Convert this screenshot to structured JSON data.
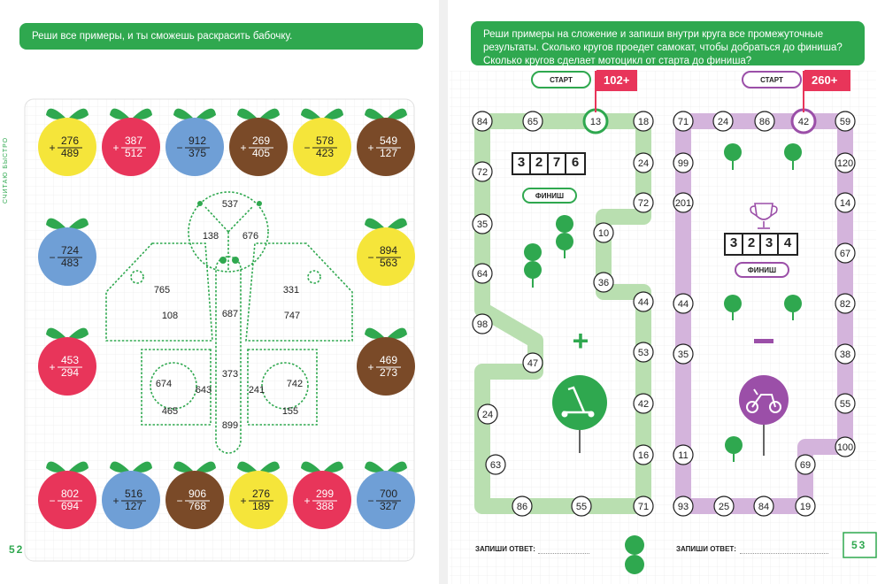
{
  "left_page": {
    "instruction": "Реши все примеры, и ты сможешь раскрасить бабочку.",
    "side_label": "СЧИТАЮ БЫСТРО",
    "page_number": "52",
    "fruits": [
      {
        "op": "+",
        "a": "276",
        "b": "489",
        "color": "#f5e53a"
      },
      {
        "op": "+",
        "a": "387",
        "b": "512",
        "color": "#e8355a"
      },
      {
        "op": "−",
        "a": "912",
        "b": "375",
        "color": "#6f9fd6"
      },
      {
        "op": "+",
        "a": "269",
        "b": "405",
        "color": "#7a4a28"
      },
      {
        "op": "−",
        "a": "578",
        "b": "423",
        "color": "#f5e53a"
      },
      {
        "op": "+",
        "a": "549",
        "b": "127",
        "color": "#7a4a28"
      },
      {
        "op": "−",
        "a": "724",
        "b": "483",
        "color": "#6f9fd6"
      },
      {
        "op": "−",
        "a": "894",
        "b": "563",
        "color": "#f5e53a"
      },
      {
        "op": "+",
        "a": "453",
        "b": "294",
        "color": "#e8355a"
      },
      {
        "op": "+",
        "a": "469",
        "b": "273",
        "color": "#7a4a28"
      },
      {
        "op": "−",
        "a": "802",
        "b": "694",
        "color": "#e8355a"
      },
      {
        "op": "+",
        "a": "516",
        "b": "127",
        "color": "#6f9fd6"
      },
      {
        "op": "−",
        "a": "906",
        "b": "768",
        "color": "#7a4a28"
      },
      {
        "op": "+",
        "a": "276",
        "b": "189",
        "color": "#f5e53a"
      },
      {
        "op": "+",
        "a": "299",
        "b": "388",
        "color": "#e8355a"
      },
      {
        "op": "−",
        "a": "700",
        "b": "327",
        "color": "#6f9fd6"
      }
    ],
    "butterfly_numbers": [
      "537",
      "138",
      "676",
      "765",
      "108",
      "687",
      "331",
      "747",
      "373",
      "674",
      "643",
      "241",
      "742",
      "465",
      "155",
      "899"
    ]
  },
  "right_page": {
    "instruction": "Реши примеры на сложение и запиши внутри круга все промежуточные результаты. Сколько кругов проедет самокат, чтобы добраться до финиша? Сколько кругов сделает мотоцикл от старта до финиша?",
    "page_number": "53",
    "start_label": "СТАРТ",
    "finish_label": "ФИНИШ",
    "answer_label": "ЗАПИШИ ОТВЕТ:",
    "scooter_track": {
      "flag": "102+",
      "operation": "+",
      "color": "#b9dfb0",
      "finish_digits": [
        "3",
        "2",
        "7",
        "6"
      ],
      "circles": [
        "84",
        "65",
        "13",
        "18",
        "24",
        "72",
        "10",
        "36",
        "44",
        "53",
        "42",
        "16",
        "71",
        "55",
        "86",
        "63",
        "24",
        "47",
        "98",
        "64",
        "35",
        "72"
      ]
    },
    "moto_track": {
      "flag": "260+",
      "operation": "−",
      "color": "#d4b4dc",
      "finish_digits": [
        "3",
        "2",
        "3",
        "4"
      ],
      "circles": [
        "71",
        "24",
        "86",
        "42",
        "59",
        "120",
        "14",
        "67",
        "82",
        "38",
        "55",
        "100",
        "69",
        "19",
        "84",
        "25",
        "93",
        "11",
        "35",
        "44",
        "201",
        "99"
      ]
    }
  },
  "colors": {
    "green": "#2fa84f",
    "pink": "#e8355a",
    "purple": "#9b4fa8"
  }
}
